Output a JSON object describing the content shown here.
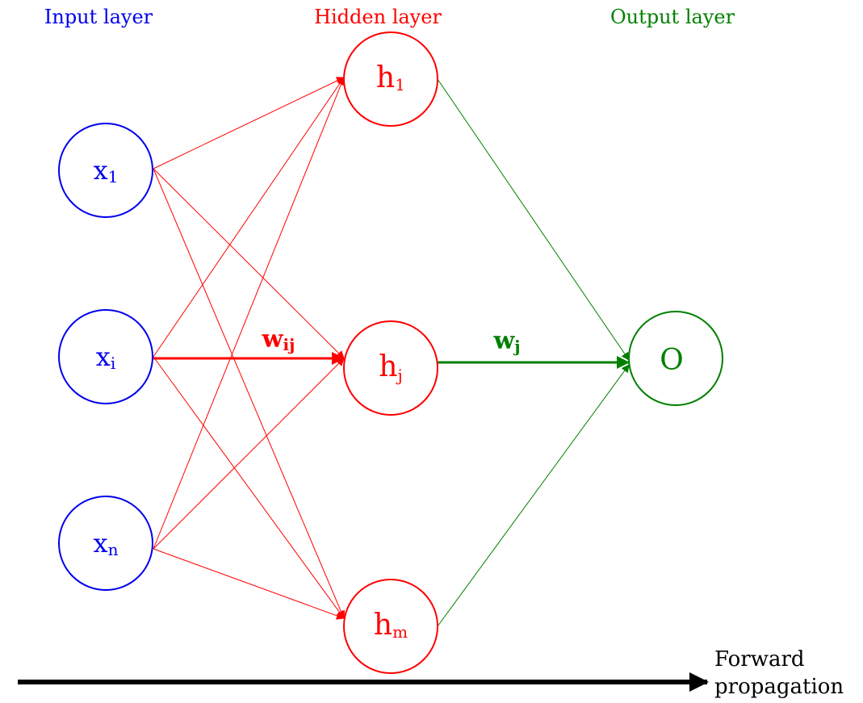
{
  "colors": {
    "input": "#0000ee",
    "hidden": "#ff0000",
    "output": "#008000",
    "arrow": "#000000"
  },
  "layers": {
    "input": {
      "title": "Input layer"
    },
    "hidden": {
      "title": "Hidden layer"
    },
    "output": {
      "title": "Output layer"
    }
  },
  "nodes": {
    "input": [
      {
        "id": "x1",
        "base": "x",
        "sub": "1"
      },
      {
        "id": "xi",
        "base": "x",
        "sub": "i"
      },
      {
        "id": "xn",
        "base": "x",
        "sub": "n"
      }
    ],
    "hidden": [
      {
        "id": "h1",
        "base": "h",
        "sub": "1"
      },
      {
        "id": "hj",
        "base": "h",
        "sub": "j"
      },
      {
        "id": "hm",
        "base": "h",
        "sub": "m"
      }
    ],
    "output": [
      {
        "id": "O",
        "base": "O",
        "sub": ""
      }
    ]
  },
  "weights": {
    "input_hidden": {
      "base": "w",
      "sub": "ij"
    },
    "hidden_output": {
      "base": "w",
      "sub": "j"
    }
  },
  "footer": {
    "line1": "Forward",
    "line2": "propagation"
  }
}
